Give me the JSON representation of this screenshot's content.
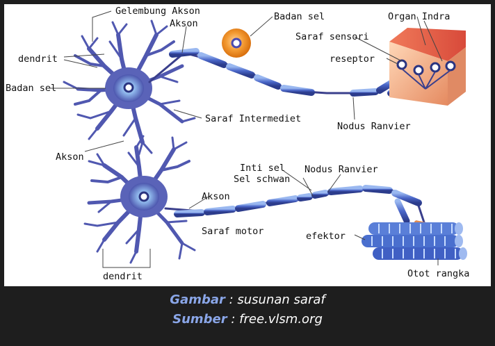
{
  "labels": {
    "gelembung_akson": "Gelembung Akson",
    "akson_top": "Akson",
    "badan_sel_top": "Badan sel",
    "organ_indra": "Organ Indra",
    "saraf_sensori": "Saraf sensori",
    "reseptor": "reseptor",
    "dendrit_top": "dendrit",
    "badan_sel_left": "Badan sel",
    "saraf_intermediet": "Saraf Intermediet",
    "nodus_ranvier_top": "Nodus Ranvier",
    "akson_mid": "Akson",
    "inti_sel": "Inti sel",
    "sel_schwan": "Sel schwan",
    "nodus_ranvier_bottom": "Nodus Ranvier",
    "akson_bottom": "Akson",
    "saraf_motor": "Saraf motor",
    "efektor": "efektor",
    "dendrit_bottom": "dendrit",
    "otot_rangka": "Otot rangka"
  },
  "caption": {
    "line1_key": "Gambar",
    "line1_sep": " : ",
    "line1_text": "susunan saraf",
    "line2_key": "Sumber",
    "line2_sep": " : ",
    "line2_text": "free.vlsm.org"
  },
  "colors": {
    "neuron_fill": "#5a63b8",
    "neuron_dark": "#3a3f8c",
    "cell_glow": "#9fc6ee",
    "myelin": "#4a57a8",
    "organ_skin": "#f0a070",
    "muscle": "#5a7fd8",
    "schwann_cell": "#f08a1e",
    "caption_key": "#8aa6e8"
  }
}
